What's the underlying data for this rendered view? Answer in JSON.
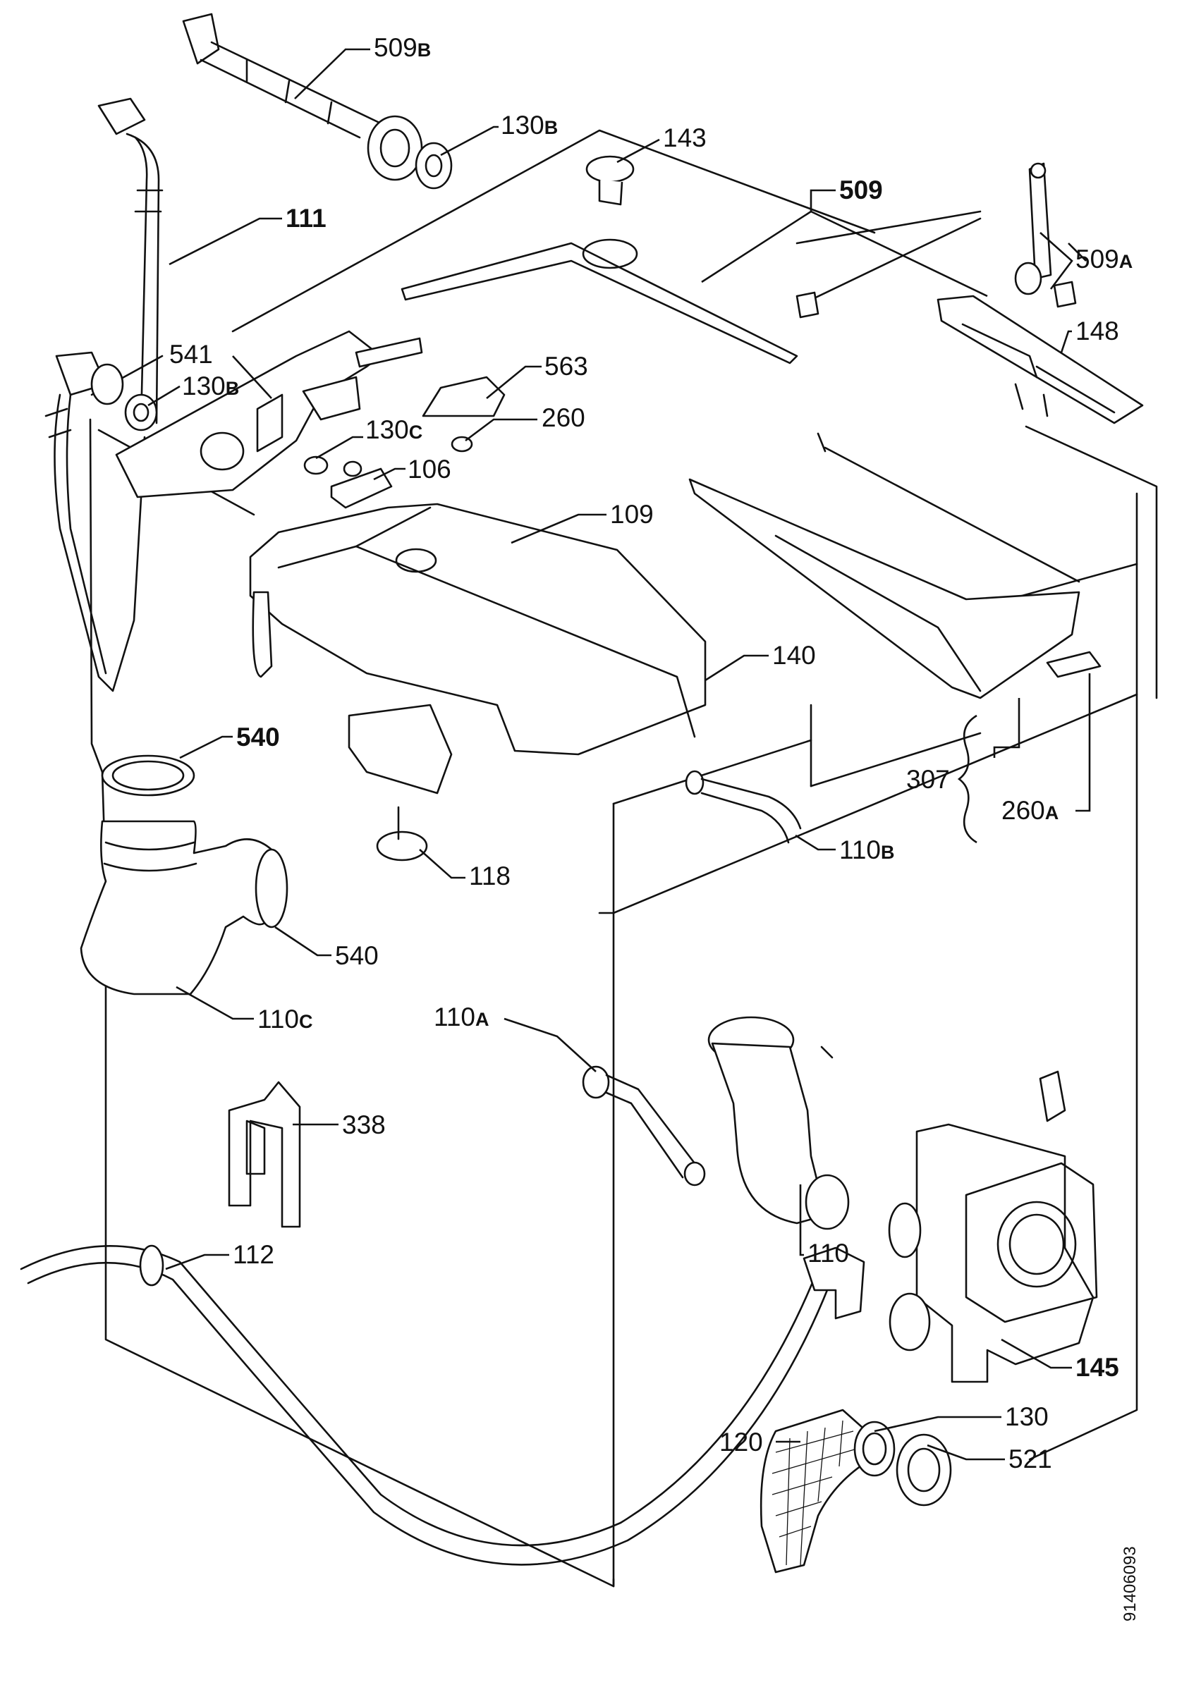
{
  "document_number": "91406093",
  "callouts": [
    {
      "num": "509",
      "suffix": "B"
    },
    {
      "num": "130",
      "suffix": "B"
    },
    {
      "num": "143",
      "suffix": ""
    },
    {
      "num": "509",
      "suffix": ""
    },
    {
      "num": "111",
      "suffix": ""
    },
    {
      "num": "509",
      "suffix": "A"
    },
    {
      "num": "541",
      "suffix": ""
    },
    {
      "num": "130",
      "suffix": "B"
    },
    {
      "num": "563",
      "suffix": ""
    },
    {
      "num": "148",
      "suffix": ""
    },
    {
      "num": "130",
      "suffix": "C"
    },
    {
      "num": "260",
      "suffix": ""
    },
    {
      "num": "106",
      "suffix": ""
    },
    {
      "num": "109",
      "suffix": ""
    },
    {
      "num": "140",
      "suffix": ""
    },
    {
      "num": "540",
      "suffix": ""
    },
    {
      "num": "307",
      "suffix": ""
    },
    {
      "num": "260",
      "suffix": "A"
    },
    {
      "num": "118",
      "suffix": ""
    },
    {
      "num": "110",
      "suffix": "B"
    },
    {
      "num": "540",
      "suffix": ""
    },
    {
      "num": "110",
      "suffix": "C"
    },
    {
      "num": "110",
      "suffix": "A"
    },
    {
      "num": "338",
      "suffix": ""
    },
    {
      "num": "110",
      "suffix": ""
    },
    {
      "num": "112",
      "suffix": ""
    },
    {
      "num": "145",
      "suffix": ""
    },
    {
      "num": "130",
      "suffix": ""
    },
    {
      "num": "120",
      "suffix": ""
    },
    {
      "num": "521",
      "suffix": ""
    }
  ]
}
